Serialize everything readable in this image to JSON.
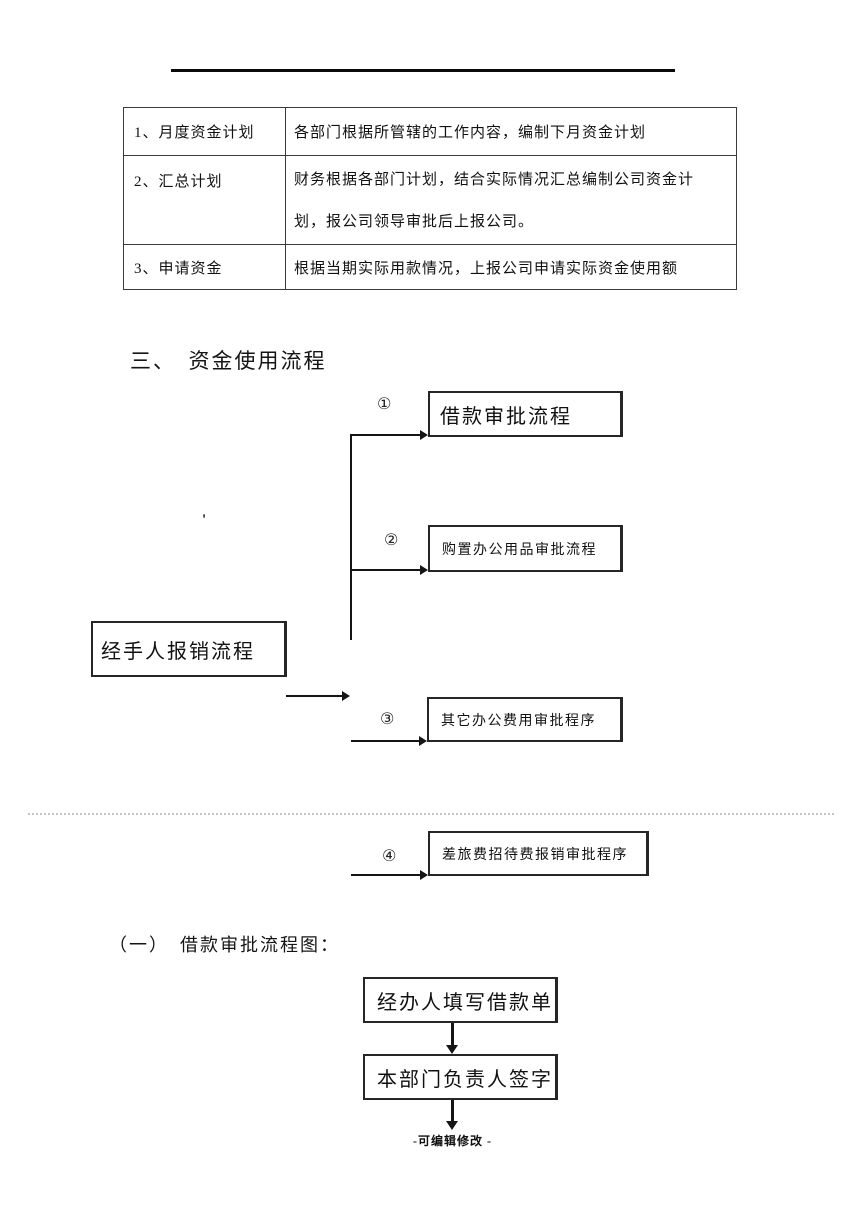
{
  "table": {
    "rows": [
      {
        "label": "1、月度资金计划",
        "desc": [
          "各部门根据所管辖的工作内容，编制下月资金计划"
        ]
      },
      {
        "label": "2、汇总计划",
        "desc": [
          "财务根据各部门计划，结合实际情况汇总编制公司资金计",
          "划，报公司领导审批后上报公司。"
        ]
      },
      {
        "label": "3、申请资金",
        "desc": [
          "根据当期实际用款情况，上报公司申请实际资金使用额"
        ]
      }
    ]
  },
  "section_heading": "三、　资金使用流程",
  "flowchart": {
    "source_box": "经手人报销流程",
    "stray_mark": "'",
    "branches": [
      {
        "num": "①",
        "label": "借款审批流程"
      },
      {
        "num": "②",
        "label": "购置办公用品审批流程"
      },
      {
        "num": "③",
        "label": "其它办公费用审批程序"
      },
      {
        "num": "④",
        "label": "差旅费招待费报销审批程序"
      }
    ]
  },
  "subsection_heading": "（一）　借款审批流程图：",
  "loan_flow": {
    "steps": [
      "经办人填写借款单",
      "本部门负责人签字"
    ]
  },
  "footer": "-可编辑修改 -"
}
